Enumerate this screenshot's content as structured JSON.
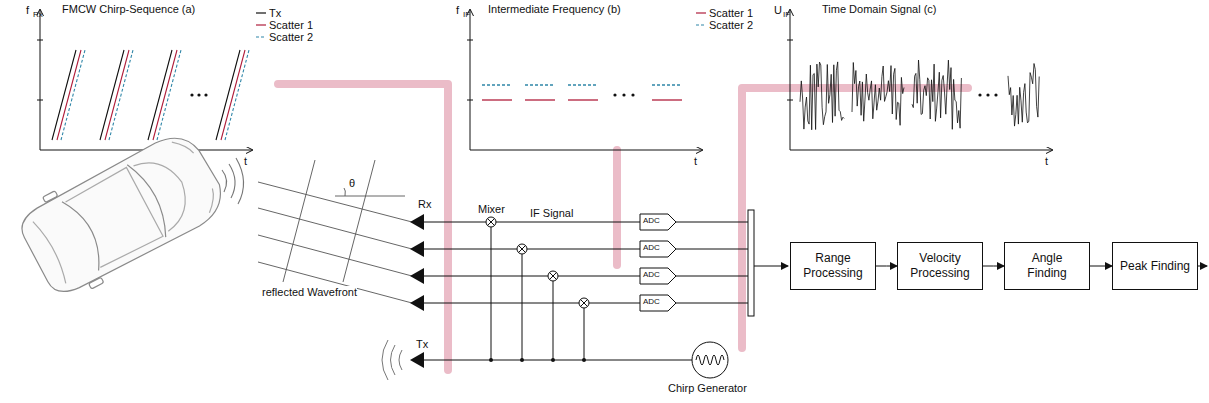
{
  "diagram": {
    "nodes": [
      {
        "text": [
          "Range Processing"
        ]
      },
      {
        "text": [
          "Velocity Processing"
        ]
      },
      {
        "text": [
          "Angle Finding"
        ]
      },
      {
        "text": [
          "Peak Finding"
        ]
      }
    ],
    "edges": [
      {
        "from": 0,
        "to": 1,
        "arrow": "to"
      },
      {
        "from": 1,
        "to": 2,
        "arrow": "to"
      },
      {
        "from": 2,
        "to": 3,
        "arrow": "to"
      }
    ],
    "labels": [
      "FMCW Chirp-Sequence (a)",
      "Intermediate Frequency (b)",
      "Time Domain Signal (c)",
      "f",
      "Rx",
      "t",
      "f",
      "IF",
      "t",
      "U",
      "IF",
      "t",
      "θ",
      "reflected Wavefront",
      "Rx",
      "Mixer",
      "IF Signal",
      "ADC",
      "ADC",
      "ADC",
      "ADC",
      "Tx",
      "Chirp Generator"
    ],
    "legend": [
      {
        "text": "Tx"
      },
      {
        "text": "Scatter 1"
      },
      {
        "text": "Scatter 2"
      },
      {
        "text": "Scatter 1"
      },
      {
        "text": "Scatter 2"
      }
    ]
  }
}
